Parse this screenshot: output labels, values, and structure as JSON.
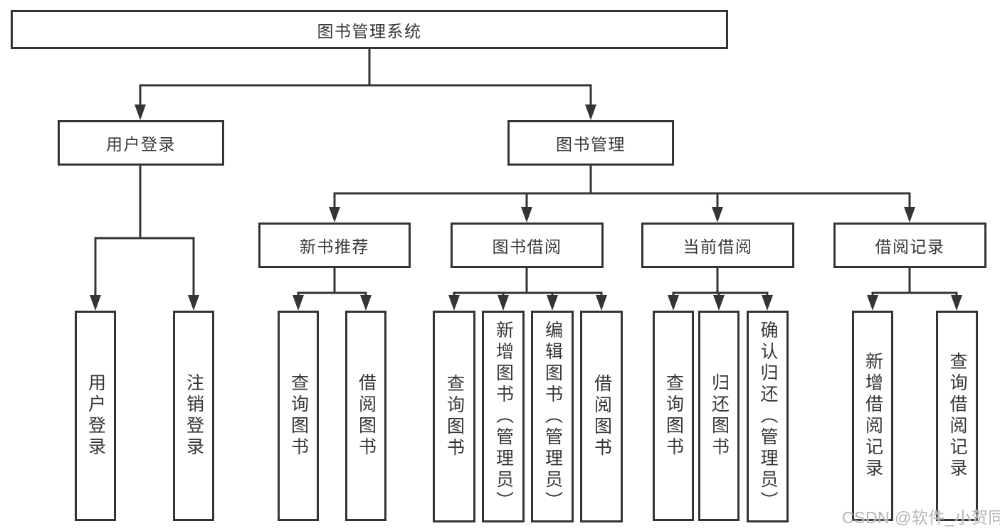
{
  "diagram": {
    "root": {
      "label": "图书管理系统"
    },
    "user_login": {
      "label": "用户登录",
      "children": [
        {
          "label": "用户登录"
        },
        {
          "label": "注销登录"
        }
      ]
    },
    "book_mgmt": {
      "label": "图书管理",
      "sections": [
        {
          "label": "新书推荐",
          "children": [
            {
              "label": "查询图书"
            },
            {
              "label": "借阅图书"
            }
          ]
        },
        {
          "label": "图书借阅",
          "children": [
            {
              "label": "查询图书"
            },
            {
              "label": "新增图书（管理员）"
            },
            {
              "label": "编辑图书（管理员）"
            },
            {
              "label": "借阅图书"
            }
          ]
        },
        {
          "label": "当前借阅",
          "children": [
            {
              "label": "查询图书"
            },
            {
              "label": "归还图书"
            },
            {
              "label": "确认归还（管理员）"
            }
          ]
        },
        {
          "label": "借阅记录",
          "children": [
            {
              "label": "新增借阅记录"
            },
            {
              "label": "查询借阅记录"
            }
          ]
        }
      ]
    }
  },
  "watermark": {
    "text": "CSDN @软件_小贺同学"
  },
  "colors": {
    "line": "#343434",
    "text": "#363636",
    "watermark": "#b5b5b5",
    "background": "#ffffff"
  }
}
